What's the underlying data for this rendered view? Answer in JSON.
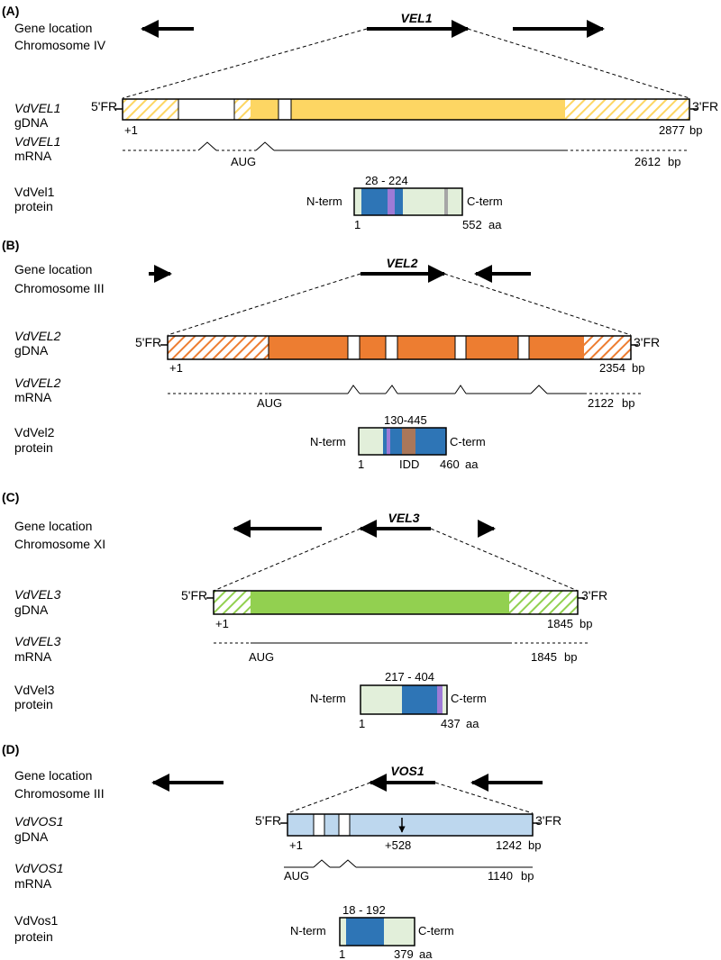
{
  "colors": {
    "vel1_fill": "#FDD663",
    "vel2_fill": "#ED7D31",
    "vel3_fill": "#92D050",
    "vos1_fill": "#BDD7EE",
    "protein_body": "#E2EFDA",
    "velvet_domain": "#2E75B6",
    "violet_motif": "#9E7BD6",
    "idd_region": "#A9775A",
    "grey_mark": "#A6A6A6"
  },
  "panels": [
    {
      "id": "A",
      "panel_label": "(A)",
      "location_label": "Gene location",
      "chromosome_label": "Chromosome IV",
      "gene_name": "VEL1",
      "gdna_name": "VdVEL1",
      "gdna_label": "gDNA",
      "mrna_name": "VdVEL1",
      "mrna_label": "mRNA",
      "protein_name": "VdVel1",
      "protein_label": "protein",
      "fr5": "5'FR",
      "fr3": "3'FR",
      "gdna_start": "+1",
      "gdna_end": "2877",
      "mrna_start_codon": "AUG",
      "mrna_length": "2612",
      "length_unit": "bp",
      "domain_range": "28 - 224",
      "n_term": "N-term",
      "c_term": "C-term",
      "protein_start": "1",
      "protein_length": "552",
      "protein_unit": "aa",
      "domain_label": ""
    },
    {
      "id": "B",
      "panel_label": "(B)",
      "location_label": "Gene location",
      "chromosome_label": "Chromosome III",
      "gene_name": "VEL2",
      "gdna_name": "VdVEL2",
      "gdna_label": "gDNA",
      "mrna_name": "VdVEL2",
      "mrna_label": "mRNA",
      "protein_name": "VdVel2",
      "protein_label": "protein",
      "fr5": "5'FR",
      "fr3": "3'FR",
      "gdna_start": "+1",
      "gdna_end": "2354",
      "mrna_start_codon": "AUG",
      "mrna_length": "2122",
      "length_unit": "bp",
      "domain_range": "130-445",
      "n_term": "N-term",
      "c_term": "C-term",
      "protein_start": "1",
      "protein_length": "460",
      "protein_unit": "aa",
      "domain_label": "IDD"
    },
    {
      "id": "C",
      "panel_label": "(C)",
      "location_label": "Gene location",
      "chromosome_label": "Chromosome XI",
      "gene_name": "VEL3",
      "gdna_name": "VdVEL3",
      "gdna_label": "gDNA",
      "mrna_name": "VdVEL3",
      "mrna_label": "mRNA",
      "protein_name": "VdVel3",
      "protein_label": "protein",
      "fr5": "5'FR",
      "fr3": "3'FR",
      "gdna_start": "+1",
      "gdna_end": "1845",
      "mrna_start_codon": "AUG",
      "mrna_length": "1845",
      "length_unit": "bp",
      "domain_range": "217 - 404",
      "n_term": "N-term",
      "c_term": "C-term",
      "protein_start": "1",
      "protein_length": "437",
      "protein_unit": "aa",
      "domain_label": ""
    },
    {
      "id": "D",
      "panel_label": "(D)",
      "location_label": "Gene location",
      "chromosome_label": "Chromosome III",
      "gene_name": "VOS1",
      "gdna_name": "VdVOS1",
      "gdna_label": "gDNA",
      "mrna_name": "VdVOS1",
      "mrna_label": "mRNA",
      "protein_name": "VdVos1",
      "protein_label": "protein",
      "fr5": "5'FR",
      "fr3": "3'FR",
      "gdna_start": "+1",
      "gdna_end": "1242",
      "gdna_marker": "+528",
      "mrna_start_codon": "AUG",
      "mrna_length": "1140",
      "length_unit": "bp",
      "domain_range": "18 - 192",
      "n_term": "N-term",
      "c_term": "C-term",
      "protein_start": "1",
      "protein_length": "379",
      "protein_unit": "aa",
      "domain_label": ""
    }
  ]
}
